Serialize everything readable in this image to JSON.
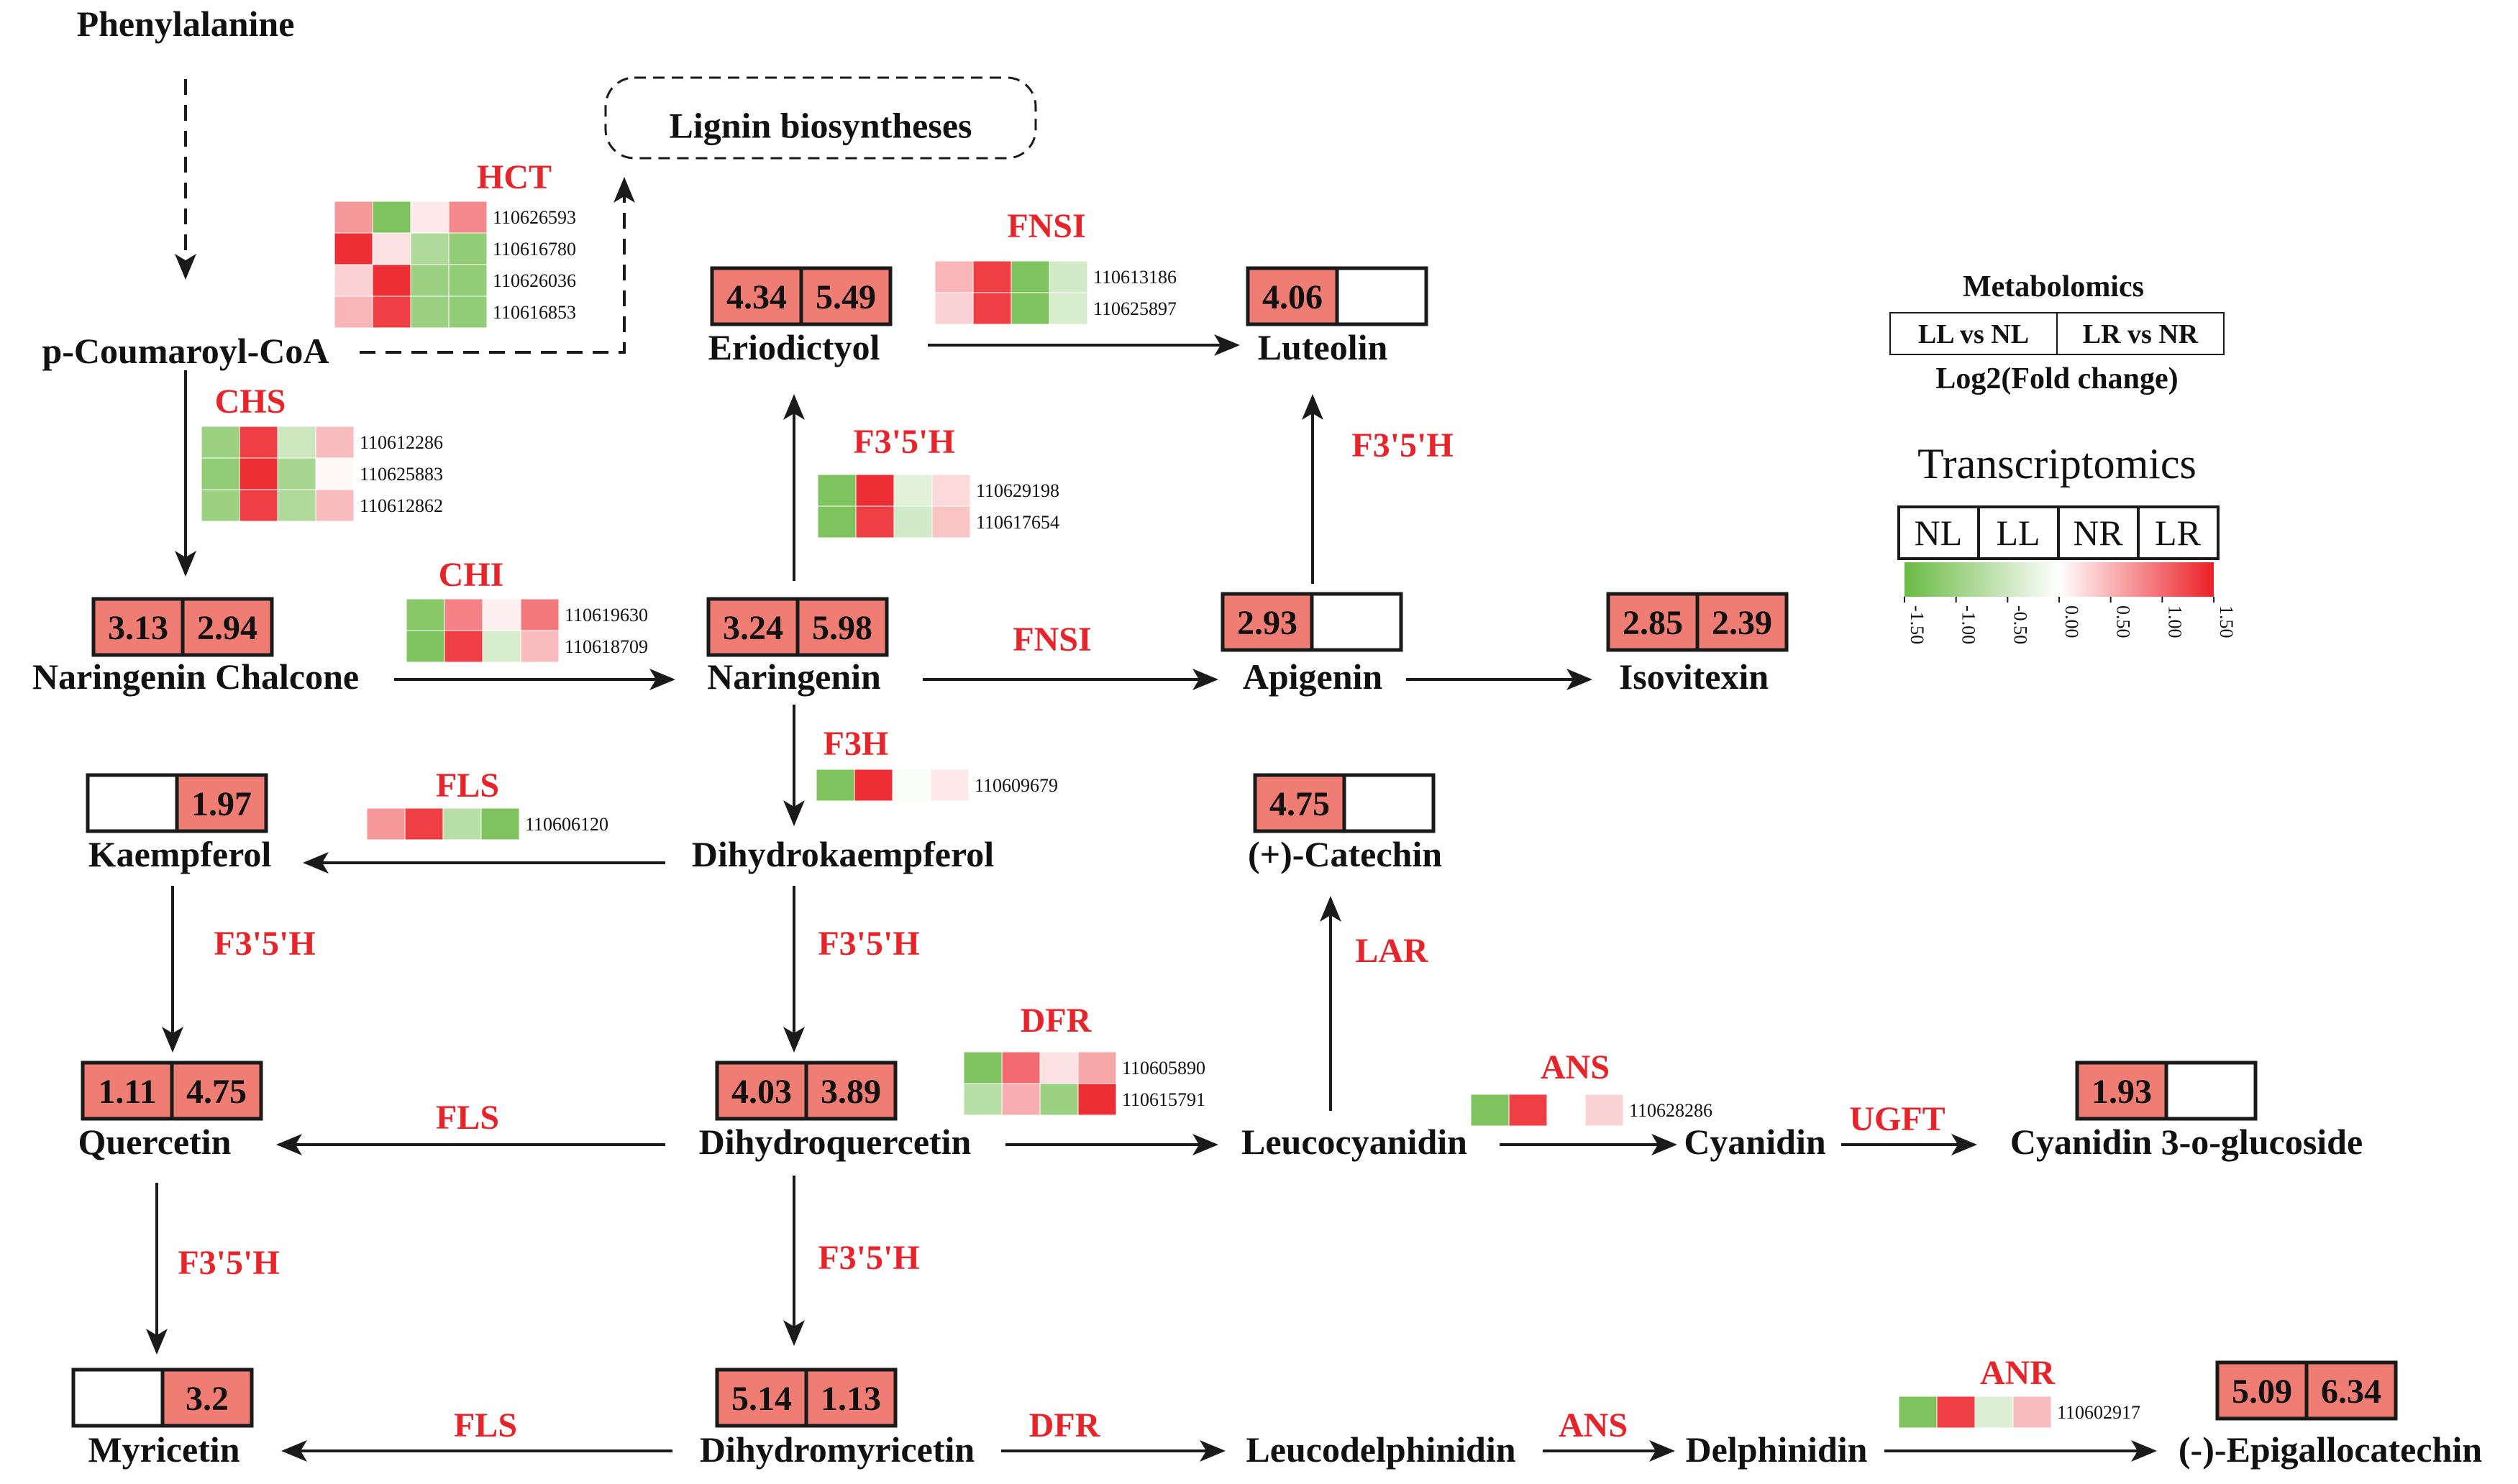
{
  "colors": {
    "low": "#6aba44",
    "mid": "#ffffff",
    "high": "#ec2027",
    "enzyme": "#e8242b",
    "value_fill": "#ef7d74"
  },
  "metabolites": {
    "phenylalanine": "Phenylalanine",
    "lignin": "Lignin biosyntheses",
    "coumaroyl": "p-Coumaroyl-CoA",
    "naringenin_chalcone": "Naringenin Chalcone",
    "naringenin": "Naringenin",
    "eriodictyol": "Eriodictyol",
    "luteolin": "Luteolin",
    "apigenin": "Apigenin",
    "isovitexin": "Isovitexin",
    "kaempferol": "Kaempferol",
    "dihydrokaempferol": "Dihydrokaempferol",
    "catechin": "(+)-Catechin",
    "quercetin": "Quercetin",
    "dihydroquercetin": "Dihydroquercetin",
    "leucocyanidin": "Leucocyanidin",
    "cyanidin": "Cyanidin",
    "cyanidin_glucoside": "Cyanidin 3-o-glucoside",
    "myricetin": "Myricetin",
    "dihydromyricetin": "Dihydromyricetin",
    "leucodelphinidin": "Leucodelphinidin",
    "delphinidin": "Delphinidin",
    "epigallocatechin": "(-)-Epigallocatechin"
  },
  "enzymes": {
    "hct": "HCT",
    "chs": "CHS",
    "chi": "CHI",
    "fnsi_top": "FNSI",
    "f35h_eri": "F3'5'H",
    "f35h_lut": "F3'5'H",
    "fnsi_mid": "FNSI",
    "f3h": "F3H",
    "fls_kae": "FLS",
    "f35h_kq": "F3'5'H",
    "f35h_dq": "F3'5'H",
    "lar": "LAR",
    "dfr_top": "DFR",
    "fls_q": "FLS",
    "ans_top": "ANS",
    "ugft": "UGFT",
    "f35h_qm": "F3'5'H",
    "f35h_dm": "F3'5'H",
    "fls_m": "FLS",
    "dfr_bot": "DFR",
    "ans_bot": "ANS",
    "anr": "ANR"
  },
  "metabolomics": {
    "eriodictyol": [
      "4.34",
      "5.49"
    ],
    "luteolin": [
      "4.06",
      ""
    ],
    "naringenin_chalcone": [
      "3.13",
      "2.94"
    ],
    "naringenin": [
      "3.24",
      "5.98"
    ],
    "apigenin": [
      "2.93",
      ""
    ],
    "isovitexin": [
      "2.85",
      "2.39"
    ],
    "kaempferol": [
      "",
      "1.97"
    ],
    "catechin": [
      "4.75",
      ""
    ],
    "quercetin": [
      "1.11",
      "4.75"
    ],
    "dihydroquercetin": [
      "4.03",
      "3.89"
    ],
    "cyanidin_glucoside": [
      "1.93",
      ""
    ],
    "myricetin": [
      "",
      "3.2"
    ],
    "dihydromyricetin": [
      "5.14",
      "1.13"
    ],
    "epigallocatechin": [
      "5.09",
      "6.34"
    ]
  },
  "heatmaps": {
    "hct": [
      {
        "gene": "110626593",
        "values": [
          0.7,
          -1.3,
          0.15,
          0.8
        ]
      },
      {
        "gene": "110616780",
        "values": [
          1.4,
          0.2,
          -0.8,
          -1.1
        ]
      },
      {
        "gene": "110626036",
        "values": [
          0.3,
          1.4,
          -1.0,
          -1.1
        ]
      },
      {
        "gene": "110616853",
        "values": [
          0.5,
          1.3,
          -1.0,
          -1.1
        ]
      }
    ],
    "chs": [
      {
        "gene": "110612286",
        "values": [
          -1.0,
          1.3,
          -0.5,
          0.45
        ]
      },
      {
        "gene": "110625883",
        "values": [
          -1.1,
          1.4,
          -0.9,
          0.05
        ]
      },
      {
        "gene": "110612862",
        "values": [
          -1.0,
          1.3,
          -0.8,
          0.45
        ]
      }
    ],
    "chi": [
      {
        "gene": "110619630",
        "values": [
          -1.2,
          0.85,
          0.1,
          0.9
        ]
      },
      {
        "gene": "110618709",
        "values": [
          -1.3,
          1.3,
          -0.4,
          0.45
        ]
      }
    ],
    "fnsi": [
      {
        "gene": "110613186",
        "values": [
          0.5,
          1.3,
          -1.3,
          -0.45
        ]
      },
      {
        "gene": "110625897",
        "values": [
          0.3,
          1.3,
          -1.3,
          -0.4
        ]
      }
    ],
    "f35h": [
      {
        "gene": "110629198",
        "values": [
          -1.3,
          1.4,
          -0.3,
          0.25
        ]
      },
      {
        "gene": "110617654",
        "values": [
          -1.3,
          1.3,
          -0.45,
          0.4
        ]
      }
    ],
    "f3h": [
      {
        "gene": "110609679",
        "values": [
          -1.3,
          1.4,
          -0.05,
          0.15
        ]
      }
    ],
    "fls": [
      {
        "gene": "110606120",
        "values": [
          0.7,
          1.3,
          -0.7,
          -1.3
        ]
      }
    ],
    "dfr": [
      {
        "gene": "110605890",
        "values": [
          -1.3,
          1.0,
          0.2,
          0.6
        ]
      },
      {
        "gene": "110615791",
        "values": [
          -0.7,
          0.55,
          -1.0,
          1.4
        ]
      }
    ],
    "ans": [
      {
        "gene": "110628286",
        "values": [
          -1.3,
          1.3,
          0.0,
          0.3
        ]
      }
    ],
    "anr": [
      {
        "gene": "110602917",
        "values": [
          -1.3,
          1.3,
          -0.35,
          0.45
        ]
      }
    ]
  },
  "legend": {
    "metabolomics_title": "Metabolomics",
    "col1": "LL vs NL",
    "col2": "LR vs NR",
    "subtitle": "Log2(Fold change)",
    "transcriptomics_title": "Transcriptomics",
    "samples": [
      "NL",
      "LL",
      "NR",
      "LR"
    ],
    "scale_min": -1.5,
    "scale_max": 1.5,
    "ticks": [
      "-1.50",
      "-1.00",
      "-0.50",
      "0.00",
      "0.50",
      "1.00",
      "1.50"
    ]
  }
}
